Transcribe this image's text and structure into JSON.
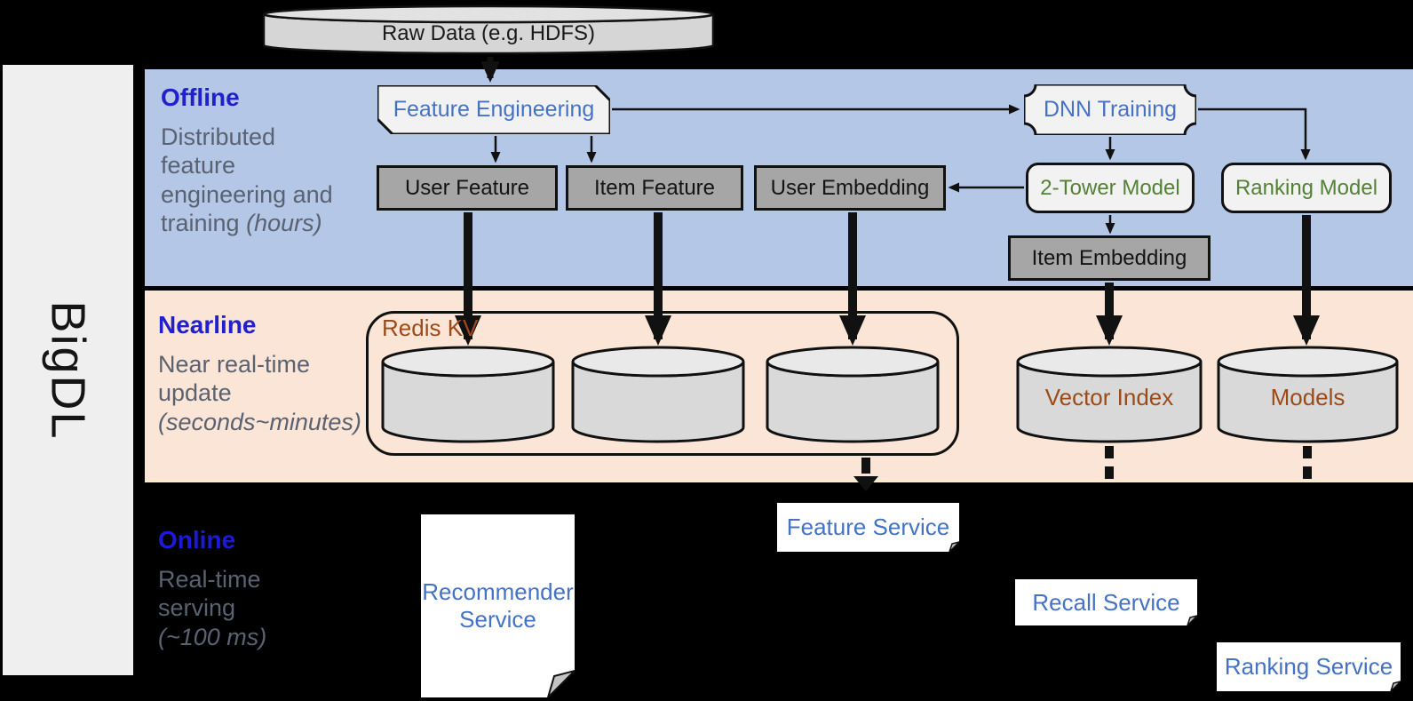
{
  "brand": "BigDL",
  "sections": {
    "offline": {
      "title": "Offline",
      "desc": "Distributed feature engineering and training",
      "desc_italic": "(hours)"
    },
    "nearline": {
      "title": "Nearline",
      "desc": "Near real-time update",
      "desc_italic": "(seconds~minutes)"
    },
    "online": {
      "title": "Online",
      "desc": "Real-time serving",
      "desc_italic": "(~100 ms)"
    }
  },
  "nodes": {
    "raw_data": "Raw Data (e.g. HDFS)",
    "feature_engineering": "Feature Engineering",
    "dnn_training": "DNN Training",
    "user_feature": "User Feature",
    "item_feature": "Item Feature",
    "user_embedding": "User Embedding",
    "two_tower_model": "2-Tower Model",
    "ranking_model": "Ranking Model",
    "item_embedding": "Item Embedding",
    "redis_kv": "Redis KV",
    "vector_index": "Vector Index",
    "models": "Models",
    "recommender_service": "Recommender Service",
    "feature_service": "Feature Service",
    "recall_service": "Recall Service",
    "ranking_service": "Ranking Service"
  },
  "colors": {
    "offline_band": "#b4c7e7",
    "nearline_band": "#fbe5d6",
    "sidebar": "#efefef",
    "node_gray": "#a6a6a6",
    "node_light": "#f2f2f2",
    "cylinder_body": "#d9d9d9",
    "cylinder_top": "#e9e9e9",
    "accent_blue": "#4472c4",
    "section_blue": "#2121cc",
    "model_green": "#538135",
    "storage_brown": "#9c4a18",
    "desc_gray": "#5a6272"
  }
}
